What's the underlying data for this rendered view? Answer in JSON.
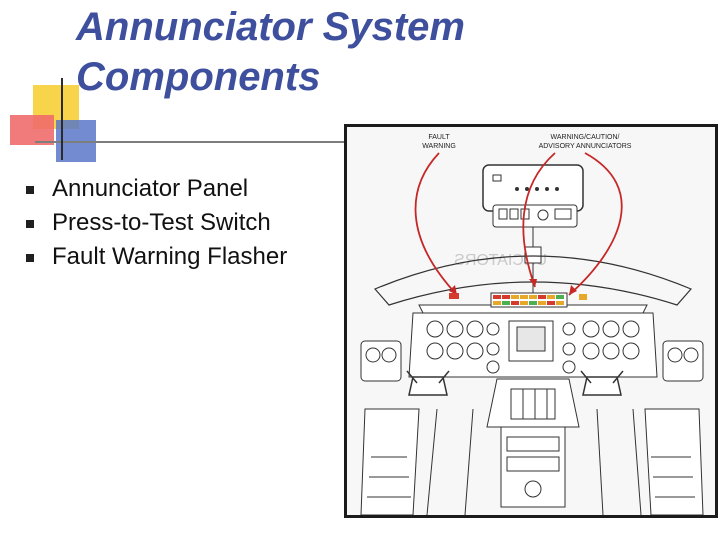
{
  "title": {
    "line1": "Annunciator System",
    "line2": "Components"
  },
  "bullets": [
    {
      "label": "Annunciator Panel"
    },
    {
      "label": "Press-to-Test Switch"
    },
    {
      "label": "Fault Warning Flasher"
    }
  ],
  "figure": {
    "label_fault": [
      "FAULT",
      "WARNING"
    ],
    "label_advisory": [
      "WARNING/CAUTION/",
      "ADVISORY ANNUNCIATORS"
    ],
    "watermark": "UNCIATORS"
  },
  "colors": {
    "title": "#3d4f9d",
    "arrow": "#c62828",
    "annunciator_red": "#d53a2b",
    "annunciator_amber": "#e7a829",
    "annunciator_green": "#4caf50"
  }
}
